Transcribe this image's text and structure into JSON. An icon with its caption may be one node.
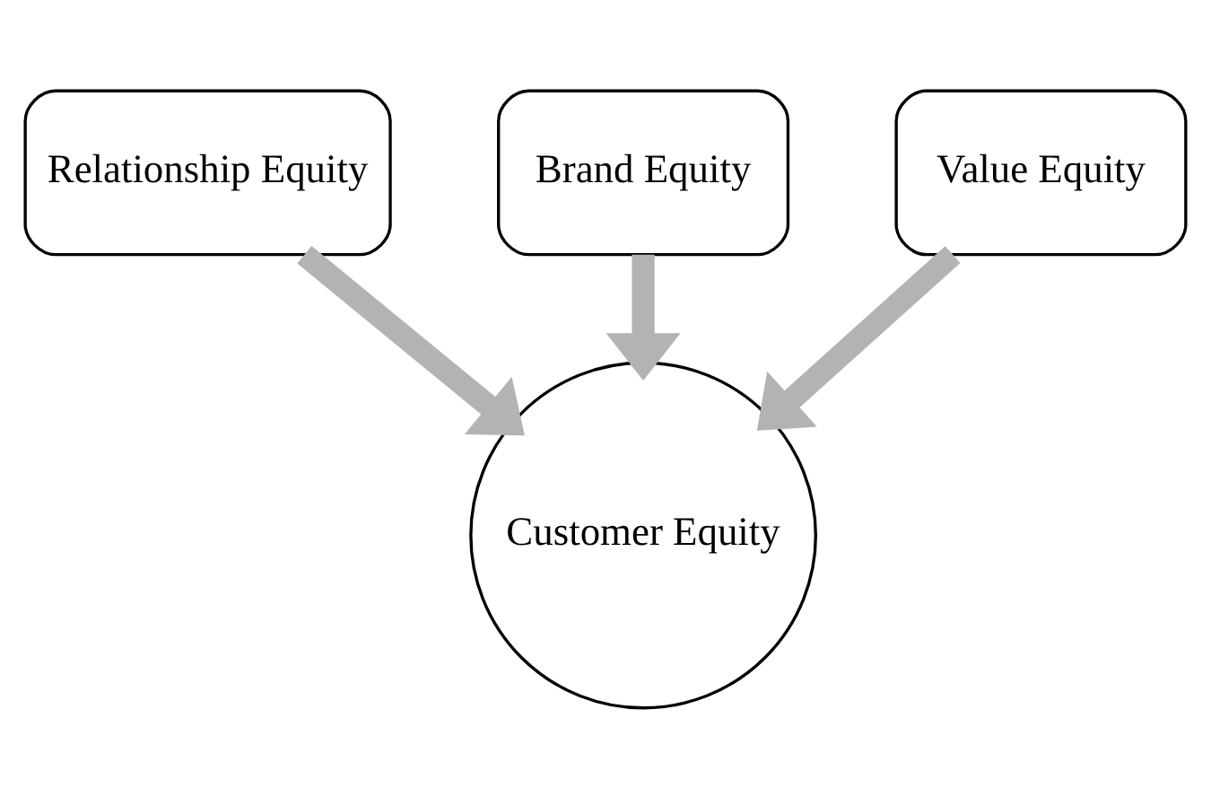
{
  "diagram": {
    "nodes": [
      {
        "text": [
          "Relationship Equity"
        ]
      },
      {
        "text": [
          "Brand Equity"
        ]
      },
      {
        "text": [
          "Value Equity"
        ]
      },
      {
        "text": [
          "Customer Equity"
        ]
      }
    ],
    "edges": [
      {
        "from": 0,
        "to": 3,
        "arrow": "to"
      },
      {
        "from": 1,
        "to": 3,
        "arrow": "to"
      },
      {
        "from": 2,
        "to": 3,
        "arrow": "to"
      }
    ]
  }
}
